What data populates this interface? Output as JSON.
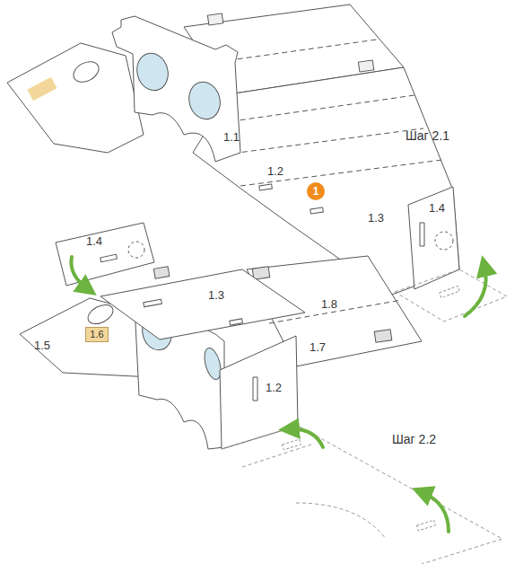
{
  "diagram": {
    "nodes": [
      {
        "text": [
          "1"
        ]
      },
      {
        "text": [
          "1.6"
        ]
      }
    ],
    "labels": [
      "Шаг 2.1",
      "1.1",
      "1.2",
      "1.3",
      "1.4",
      "1.4",
      "1.3",
      "1.8",
      "1.7",
      "1.5",
      "1.2",
      "Шаг 2.2"
    ]
  }
}
